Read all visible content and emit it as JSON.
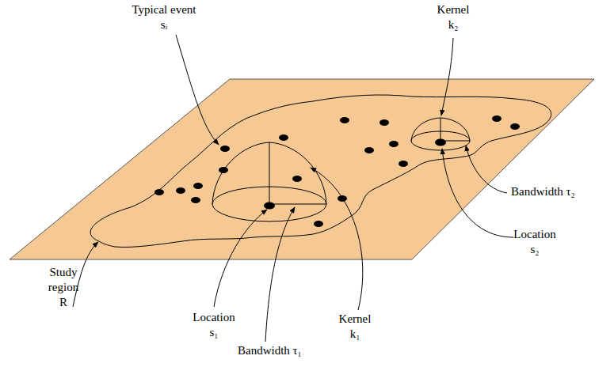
{
  "diagram": {
    "labels": [
      "Typical event sᵢ",
      "Kernel k₂",
      "Bandwidth τ₂",
      "Location s₂",
      "Study region R",
      "Location s₁",
      "Bandwidth τ₁",
      "Kernel k₁"
    ]
  }
}
